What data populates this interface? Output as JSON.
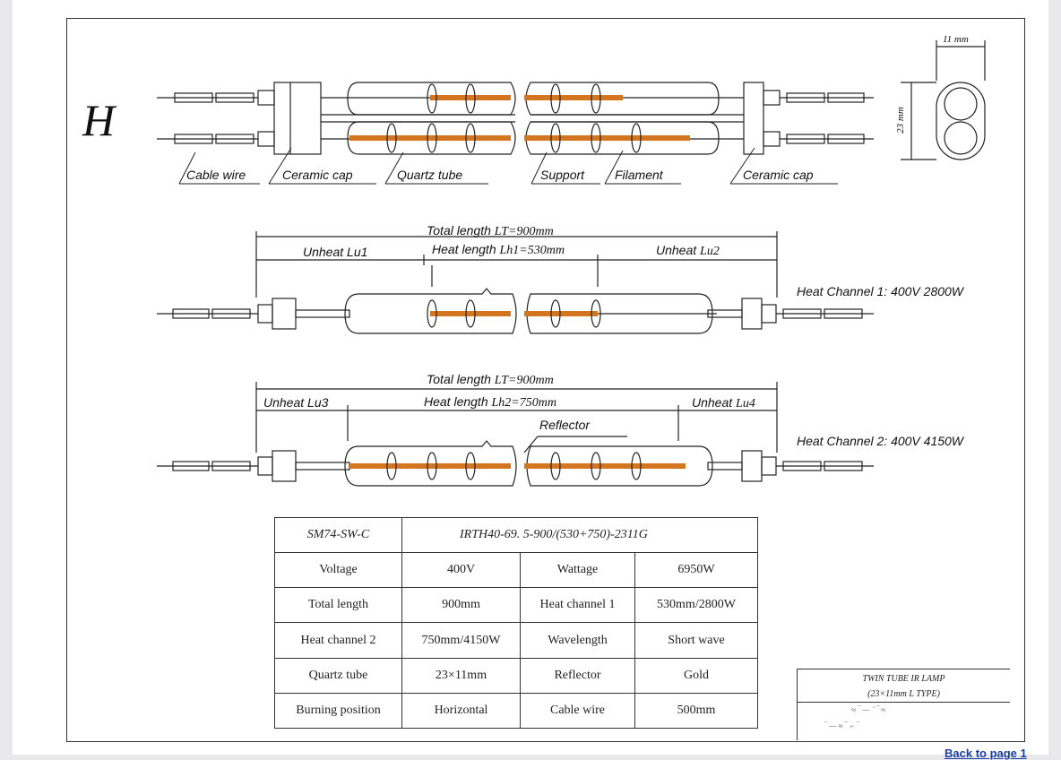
{
  "drawing": {
    "type_letter": "H",
    "parts": {
      "cable_wire": "Cable wire",
      "ceramic_cap_left": "Ceramic cap",
      "quartz_tube": "Quartz tube",
      "support": "Support",
      "filament": "Filament",
      "ceramic_cap_right": "Ceramic cap"
    },
    "section_dims": {
      "width": "11 mm",
      "height": "23 mm"
    },
    "channel1": {
      "total_length_prefix": "Total length ",
      "total_length_value": "LT=900mm",
      "unheat_left": "Unheat Lu1",
      "heat_length_prefix": "Heat length ",
      "heat_length_value": "Lh1=530mm",
      "unheat_right_prefix": "Unheat ",
      "unheat_right_value": "Lu2",
      "label": "Heat Channel 1: 400V 2800W"
    },
    "channel2": {
      "total_length_prefix": "Total length ",
      "total_length_value": "LT=900mm",
      "unheat_left": "Unheat Lu3",
      "heat_length_prefix": "Heat length ",
      "heat_length_value": "Lh2=750mm",
      "unheat_right_prefix": "Unheat ",
      "unheat_right_value": "Lu4",
      "reflector": "Reflector",
      "label": "Heat Channel 2: 400V 4150W"
    }
  },
  "spec_table": {
    "model": "SM74-SW-C",
    "code": "IRTH40-69. 5-900/(530+750)-2311G",
    "rows": [
      [
        "Voltage",
        "400V",
        "Wattage",
        "6950W"
      ],
      [
        "Total length",
        "900mm",
        "Heat channel 1",
        "530mm/2800W"
      ],
      [
        "Heat channel 2",
        "750mm/4150W",
        "Wavelength",
        "Short wave"
      ],
      [
        "Quartz tube",
        "23×11mm",
        "Reflector",
        "Gold"
      ],
      [
        "Burning position",
        "Horizontal",
        "Cable wire",
        "500mm"
      ]
    ]
  },
  "title_block": {
    "line1": "TWIN TUBE IR LAMP",
    "line2": "(23×11mm L TYPE)"
  },
  "nav": {
    "back_link": "Back to page 1"
  },
  "colors": {
    "filament": "#d4761f",
    "line": "#222222",
    "page": "#ffffff",
    "link": "#1a3da8"
  }
}
